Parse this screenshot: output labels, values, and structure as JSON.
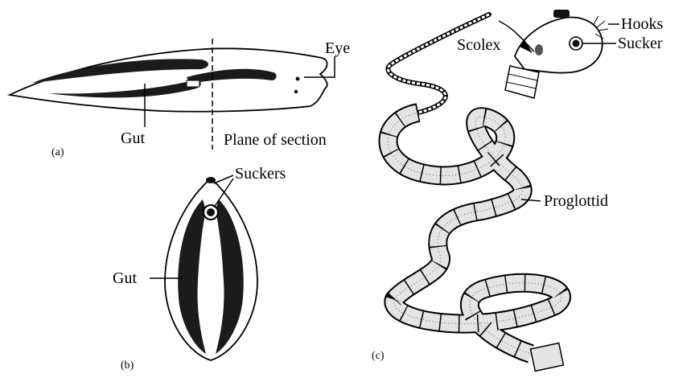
{
  "figures": {
    "a": {
      "caption": "(a)",
      "labels": {
        "eye": "Eye",
        "gut": "Gut",
        "plane": "Plane of section"
      }
    },
    "b": {
      "caption": "(b)",
      "labels": {
        "suckers": "Suckers",
        "gut": "Gut"
      }
    },
    "c": {
      "caption": "(c)",
      "labels": {
        "hooks": "Hooks",
        "scolex": "Scolex",
        "sucker": "Sucker",
        "proglottid": "Proglottid"
      }
    }
  }
}
